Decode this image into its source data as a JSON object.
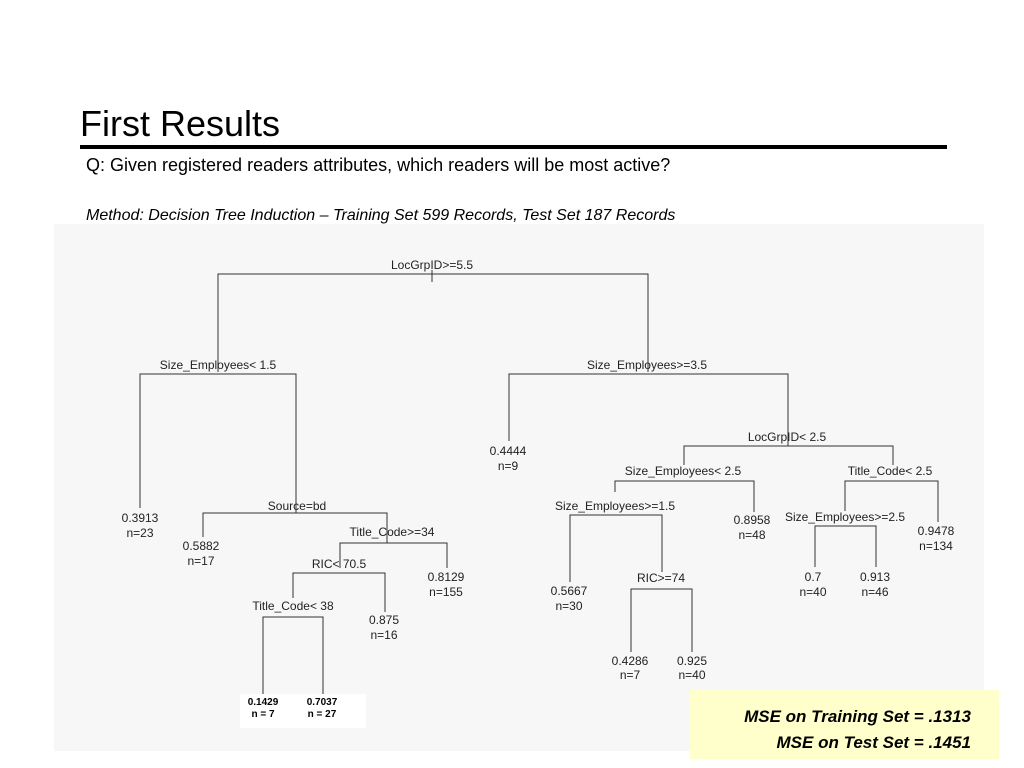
{
  "slide": {
    "title": "First Results",
    "question": "Q: Given registered readers attributes, which readers will be most active?",
    "method": "Method: Decision Tree Induction – Training Set 599 Records, Test Set 187 Records"
  },
  "tree": {
    "splits": {
      "root": "LocGrpID>=5.5",
      "left": "Size_Employees< 1.5",
      "right": "Size_Employees>=3.5",
      "source": "Source=bd",
      "title_code_34": "Title_Code>=34",
      "ric_705": "RIC< 70.5",
      "title_code_38": "Title_Code< 38",
      "locgrp_25": "LocGrpID< 2.5",
      "size_emp_25": "Size_Employees< 2.5",
      "title_code_25": "Title_Code< 2.5",
      "size_emp_15": "Size_Employees>=1.5",
      "ric_74": "RIC>=74",
      "size_emp_25b": "Size_Employees>=2.5"
    },
    "leaves": {
      "l_3913": {
        "value": "0.3913",
        "n": "n=23"
      },
      "l_5882": {
        "value": "0.5882",
        "n": "n=17"
      },
      "l_8129": {
        "value": "0.8129",
        "n": "n=155"
      },
      "l_875": {
        "value": "0.875",
        "n": "n=16"
      },
      "l_1429": {
        "value": "0.1429",
        "n": "n = 7"
      },
      "l_7037": {
        "value": "0.7037",
        "n": "n = 27"
      },
      "l_4444": {
        "value": "0.4444",
        "n": "n=9"
      },
      "l_8958": {
        "value": "0.8958",
        "n": "n=48"
      },
      "l_5667": {
        "value": "0.5667",
        "n": "n=30"
      },
      "l_4286": {
        "value": "0.4286",
        "n": "n=7"
      },
      "l_925": {
        "value": "0.925",
        "n": "n=40"
      },
      "l_7": {
        "value": "0.7",
        "n": "n=40"
      },
      "l_913": {
        "value": "0.913",
        "n": "n=46"
      },
      "l_9478": {
        "value": "0.9478",
        "n": "n=134"
      }
    }
  },
  "mse": {
    "training": "MSE on Training Set = .1313",
    "test": "MSE on Test Set = .1451"
  }
}
